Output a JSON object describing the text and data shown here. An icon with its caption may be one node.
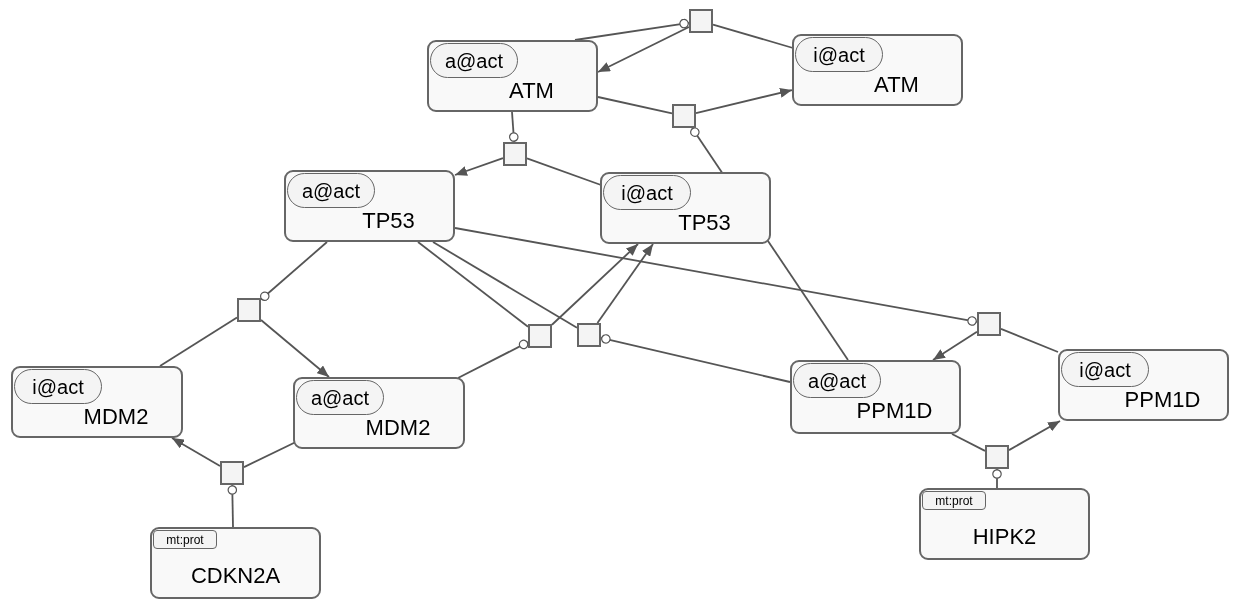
{
  "diagram": {
    "nodes": [
      {
        "text": [],
        "shape": "box"
      },
      {
        "text": [
          "ATM"
        ]
      },
      {
        "text": [
          "a@act"
        ],
        "in": 1
      },
      {
        "text": [
          "ATM"
        ]
      },
      {
        "text": [
          "i@act"
        ],
        "in": 3
      },
      {
        "text": [],
        "shape": "box"
      },
      {
        "text": [],
        "shape": "box"
      },
      {
        "text": [
          "TP53"
        ]
      },
      {
        "text": [
          "a@act"
        ],
        "in": 7
      },
      {
        "text": [
          "TP53"
        ]
      },
      {
        "text": [
          "i@act"
        ],
        "in": 9
      },
      {
        "text": [],
        "shape": "box"
      },
      {
        "text": [],
        "shape": "box"
      },
      {
        "text": [],
        "shape": "box"
      },
      {
        "text": [],
        "shape": "box"
      },
      {
        "text": [
          "MDM2"
        ]
      },
      {
        "text": [
          "i@act"
        ],
        "in": 15
      },
      {
        "text": [
          "MDM2"
        ]
      },
      {
        "text": [
          "a@act"
        ],
        "in": 17
      },
      {
        "text": [
          "PPM1D"
        ]
      },
      {
        "text": [
          "a@act"
        ],
        "in": 19
      },
      {
        "text": [
          "PPM1D"
        ]
      },
      {
        "text": [
          "i@act"
        ],
        "in": 21
      },
      {
        "text": [],
        "shape": "box"
      },
      {
        "text": [],
        "shape": "box"
      },
      {
        "text": [
          "CDKN2A"
        ]
      },
      {
        "text": [
          "mt:prot"
        ],
        "in": 25
      },
      {
        "text": [
          "HIPK2"
        ]
      },
      {
        "text": [
          "mt:prot"
        ],
        "in": 27
      }
    ],
    "edges": [
      {
        "from": 3,
        "to": 0,
        "arrow": "none"
      },
      {
        "from": 0,
        "to": 1,
        "arrow": "to"
      },
      {
        "from": 1,
        "to": 0,
        "arrow": "other"
      },
      {
        "from": 1,
        "to": 5,
        "arrow": "none"
      },
      {
        "from": 5,
        "to": 3,
        "arrow": "to"
      },
      {
        "from": 19,
        "to": 5,
        "arrow": "other"
      },
      {
        "from": 9,
        "to": 6,
        "arrow": "none"
      },
      {
        "from": 6,
        "to": 7,
        "arrow": "to"
      },
      {
        "from": 1,
        "to": 6,
        "arrow": "other"
      },
      {
        "from": 15,
        "to": 11,
        "arrow": "none"
      },
      {
        "from": 11,
        "to": 17,
        "arrow": "to"
      },
      {
        "from": 7,
        "to": 11,
        "arrow": "other"
      },
      {
        "from": 7,
        "to": 13,
        "arrow": "none"
      },
      {
        "from": 13,
        "to": 9,
        "arrow": "to"
      },
      {
        "from": 17,
        "to": 13,
        "arrow": "other"
      },
      {
        "from": 7,
        "to": 14,
        "arrow": "none"
      },
      {
        "from": 14,
        "to": 9,
        "arrow": "to"
      },
      {
        "from": 19,
        "to": 14,
        "arrow": "other"
      },
      {
        "from": 21,
        "to": 12,
        "arrow": "none"
      },
      {
        "from": 12,
        "to": 19,
        "arrow": "to"
      },
      {
        "from": 7,
        "to": 12,
        "arrow": "other"
      },
      {
        "from": 17,
        "to": 23,
        "arrow": "none"
      },
      {
        "from": 23,
        "to": 15,
        "arrow": "to"
      },
      {
        "from": 25,
        "to": 23,
        "arrow": "other"
      },
      {
        "from": 19,
        "to": 24,
        "arrow": "none"
      },
      {
        "from": 24,
        "to": 21,
        "arrow": "to"
      },
      {
        "from": 27,
        "to": 24,
        "arrow": "other"
      }
    ]
  }
}
